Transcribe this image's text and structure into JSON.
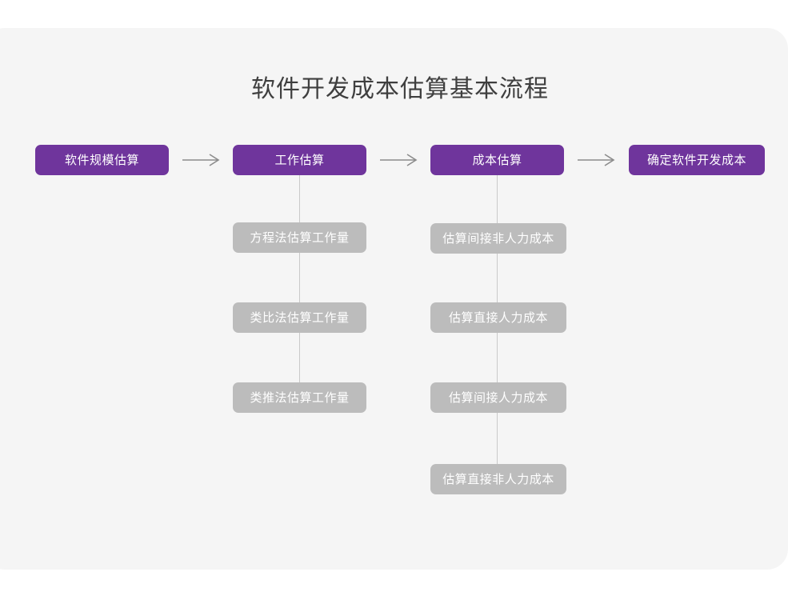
{
  "diagram": {
    "title": "软件开发成本估算基本流程",
    "colors": {
      "page_background": "#ffffff",
      "card_background": "#f5f5f5",
      "primary_node": "#6f359c",
      "secondary_node": "#bcbcbc",
      "node_text": "#ffffff",
      "title_text": "#3f3f3f",
      "connector": "#c9c9c9",
      "arrow": "#8c8c8c"
    },
    "main_flow": [
      {
        "label": "软件规模估算"
      },
      {
        "label": "工作估算"
      },
      {
        "label": "成本估算"
      },
      {
        "label": "确定软件开发成本"
      }
    ],
    "arrows": [
      {
        "name": "arrow-right-icon-1"
      },
      {
        "name": "arrow-right-icon-2"
      },
      {
        "name": "arrow-right-icon-3"
      }
    ],
    "effort_branch": {
      "parent": "工作估算",
      "items": [
        {
          "label": "方程法估算工作量"
        },
        {
          "label": "类比法估算工作量"
        },
        {
          "label": "类推法估算工作量"
        }
      ]
    },
    "cost_branch": {
      "parent": "成本估算",
      "items": [
        {
          "label": "估算间接非人力成本"
        },
        {
          "label": "估算直接人力成本"
        },
        {
          "label": "估算间接人力成本"
        },
        {
          "label": "估算直接非人力成本"
        }
      ]
    }
  }
}
